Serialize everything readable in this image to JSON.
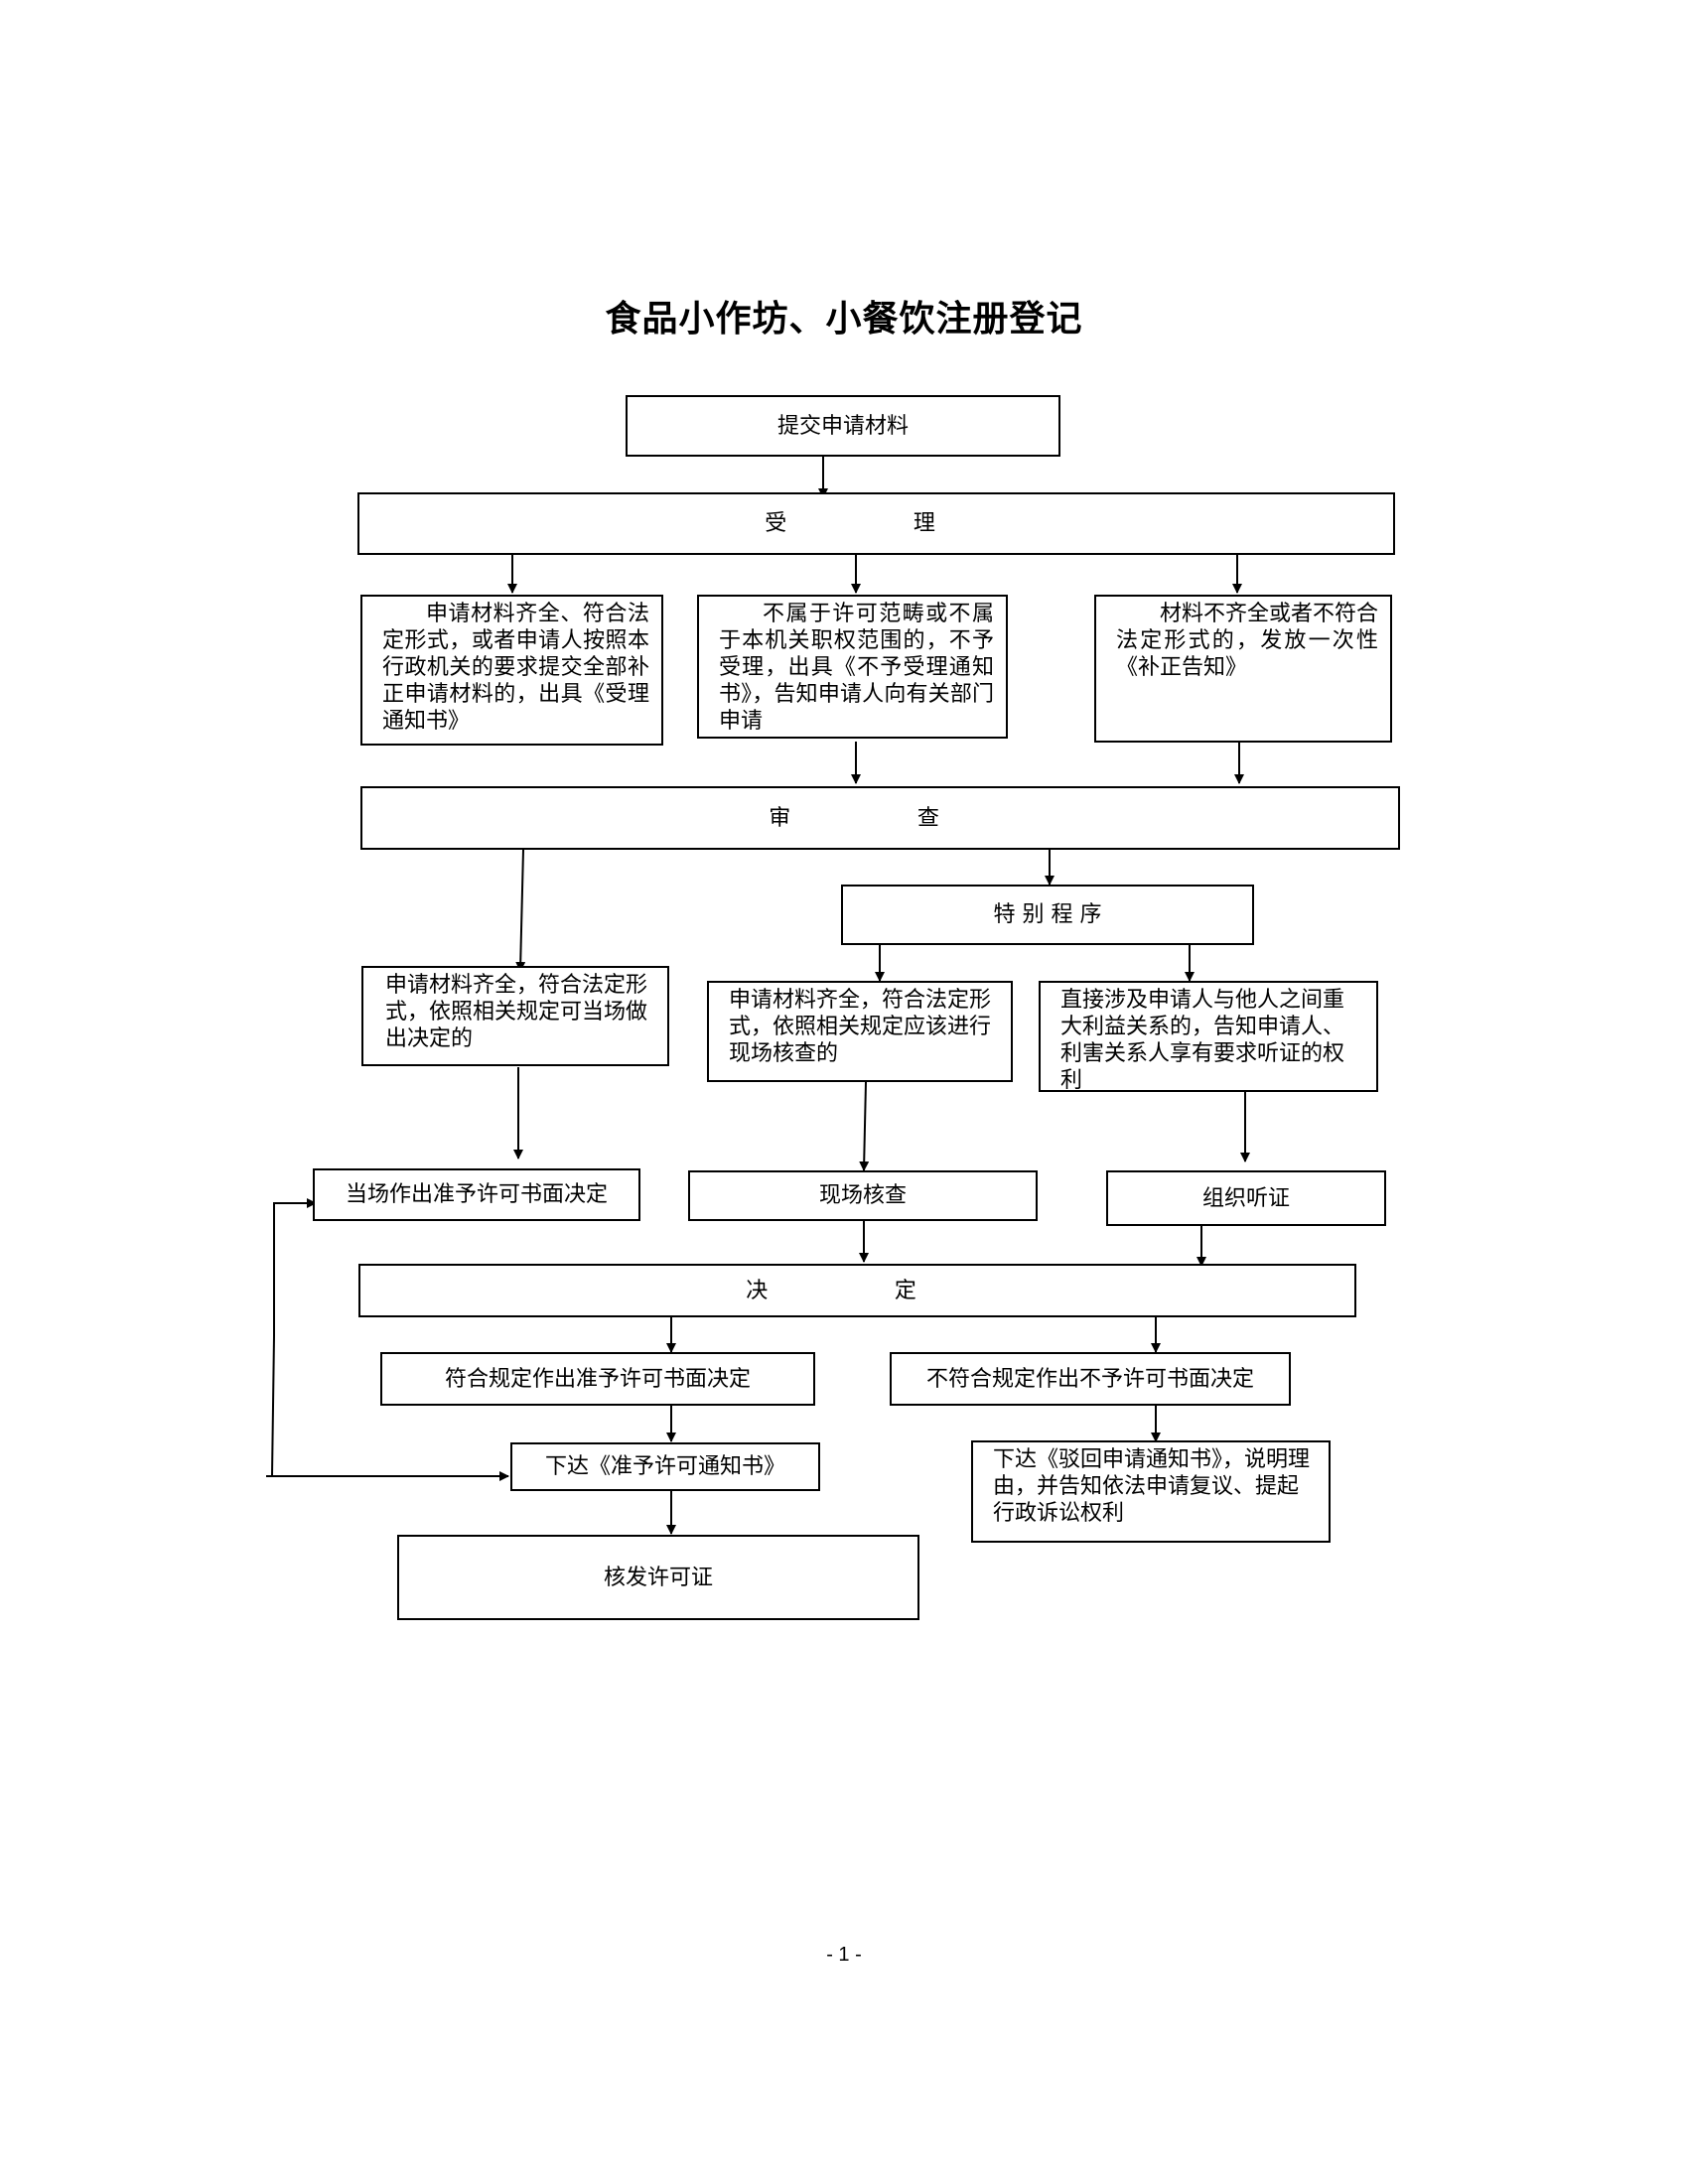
{
  "title": "食品小作坊、小餐饮注册登记",
  "nodes": {
    "submit": "提交申请材料",
    "accept": "受　理",
    "accept_ok": "申请材料齐全、符合法定形式，或者申请人按照本行政机关的要求提交全部补正申请材料的，出具《受理通知书》",
    "not_in_scope": "不属于许可范畴或不属于本机关职权范围的，不予受理，出具《不予受理通知书》，告知申请人向有关部门申请",
    "incomplete": "材料不齐全或者不符合法定形式的，发放一次性《补正告知》",
    "review": "审　查",
    "special": "特 别 程 序",
    "onsite_decision_case": "申请材料齐全，符合法定形式，依照相关规定可当场做出决定的",
    "inspection_case": "申请材料齐全，符合法定形式，依照相关规定应该进行现场核查的",
    "hearing_case": "直接涉及申请人与他人之间重大利益关系的，告知申请人、利害关系人享有要求听证的权利",
    "onsite_written_decision": "当场作出准予许可书面决定",
    "site_inspection": "现场核查",
    "hearing": "组织听证",
    "decision": "决　定",
    "approve_decision": "符合规定作出准予许可书面决定",
    "reject_decision": "不符合规定作出不予许可书面决定",
    "issue_approval_notice": "下达《准予许可通知书》",
    "issue_rejection_notice": "下达《驳回申请通知书》，说明理由，并告知依法申请复议、提起行政诉讼权利",
    "issue_license": "核发许可证"
  },
  "page_number": "- 1 -"
}
